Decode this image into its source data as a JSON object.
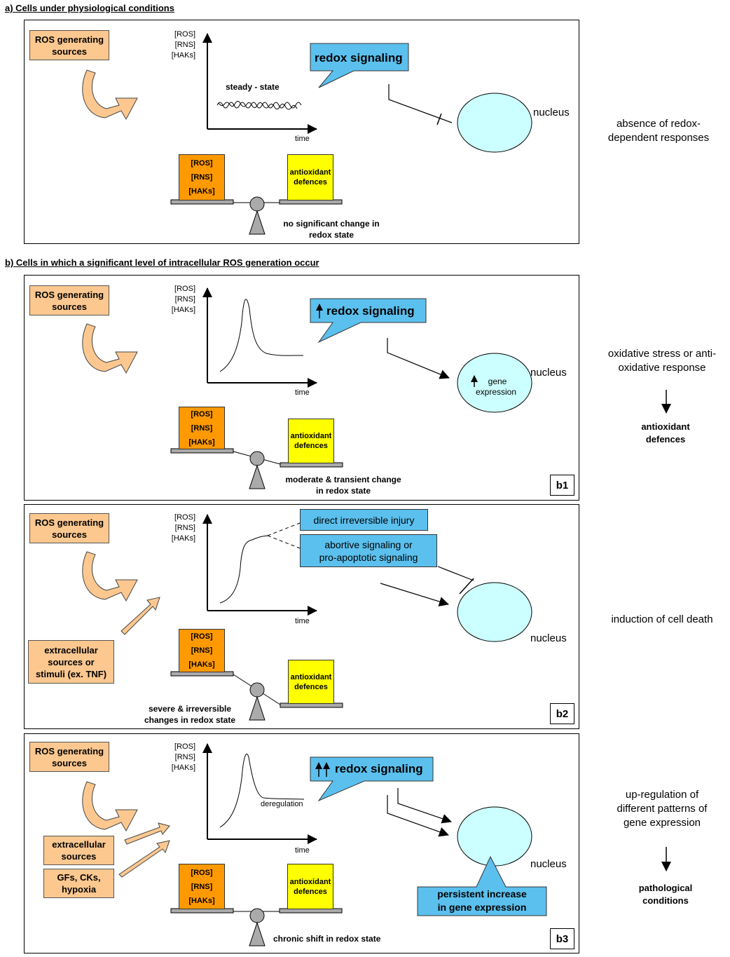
{
  "section_a": {
    "title": "a) Cells under physiological conditions"
  },
  "section_b": {
    "title": "b) Cells in which a significant level of intracellular ROS generation occur"
  },
  "common": {
    "ros_sources": "ROS generating sources",
    "yaxis": [
      "[ROS]",
      "[RNS]",
      "[HAKs]"
    ],
    "xaxis": "time",
    "ros_box": [
      "[ROS]",
      "[RNS]",
      "[HAKs]"
    ],
    "antioxidant": [
      "antioxidant",
      "defences"
    ],
    "nucleus": "nucleus"
  },
  "panel_a": {
    "curve_label": "steady - state",
    "bubble": "redox signaling",
    "caption": [
      "no significant change in",
      "redox state"
    ],
    "right_text": [
      "absence of redox-",
      "dependent responses"
    ]
  },
  "panel_b1": {
    "bubble": "redox signaling",
    "gene_expression": [
      "gene",
      "expression"
    ],
    "caption": [
      "moderate & transient change",
      "in redox state"
    ],
    "tag": "b1",
    "right_text": [
      "oxidative stress or anti-",
      "oxidative response"
    ],
    "right_result": [
      "antioxidant",
      "defences"
    ]
  },
  "panel_b2": {
    "box1": "direct irreversible injury",
    "box2": [
      "abortive signaling or",
      "pro-apoptotic signaling"
    ],
    "extracellular": [
      "extracellular",
      "sources or",
      "stimuli (ex. TNF)"
    ],
    "caption": [
      "severe & irreversible",
      "changes in redox state"
    ],
    "tag": "b2",
    "right_text": "induction of cell death"
  },
  "panel_b3": {
    "curve_label": "deregulation",
    "bubble": "redox signaling",
    "extracellular": [
      "extracellular",
      "sources"
    ],
    "stimuli": [
      "GFs, CKs,",
      "hypoxia"
    ],
    "persistent": [
      "persistent increase",
      "in gene expression"
    ],
    "caption": "chronic shift in redox state",
    "tag": "b3",
    "right_text": [
      "up-regulation of",
      "different patterns of",
      "gene expression"
    ],
    "right_result": [
      "pathological",
      "conditions"
    ]
  },
  "colors": {
    "source_fill": "#fcc890",
    "ros_fill": "#ff9900",
    "antioxidant_fill": "#ffff00",
    "signal_fill": "#5bc0ee",
    "nucleus_fill": "#ccffff"
  }
}
